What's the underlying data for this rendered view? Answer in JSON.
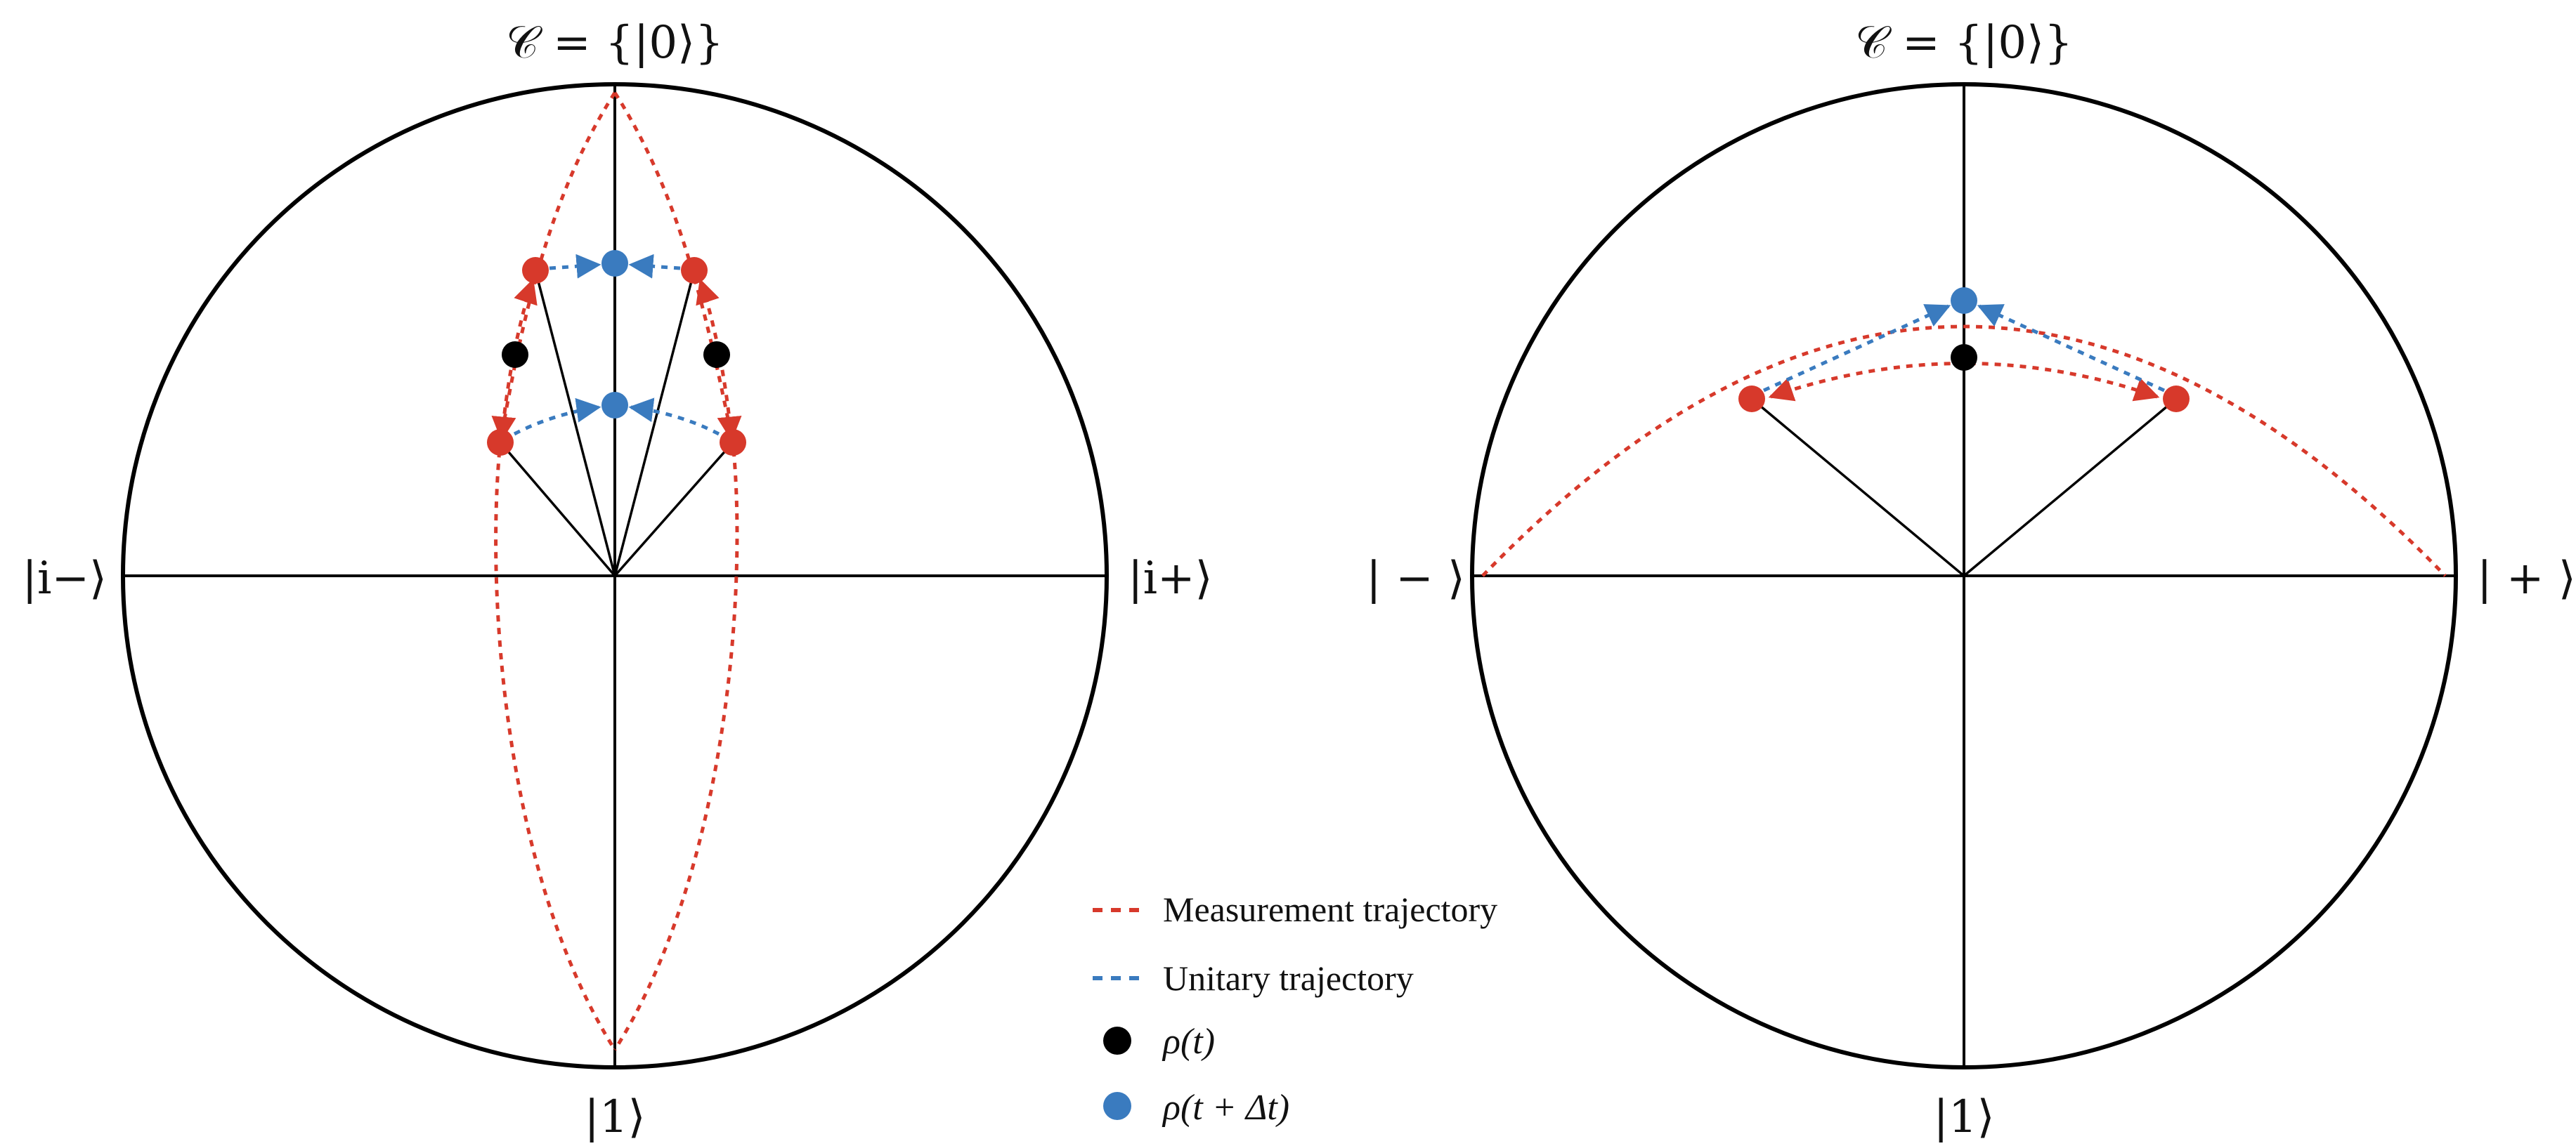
{
  "colors": {
    "measurement": "#d7392b",
    "unitary": "#3a7bbf",
    "state": "#000000",
    "axis": "#000000"
  },
  "left_diagram": {
    "label_top": "𝒞 = {|0⟩}",
    "label_bottom": "|1⟩",
    "label_left": "|i−⟩",
    "label_right": "|i+⟩"
  },
  "right_diagram": {
    "label_top": "𝒞 = {|0⟩}",
    "label_bottom": "|1⟩",
    "label_left": "| − ⟩",
    "label_right": "| + ⟩"
  },
  "legend": {
    "measurement_label": "Measurement trajectory",
    "unitary_label": "Unitary trajectory",
    "state_label": "ρ(t)",
    "evolved_state_label": "ρ(t + Δt)"
  }
}
